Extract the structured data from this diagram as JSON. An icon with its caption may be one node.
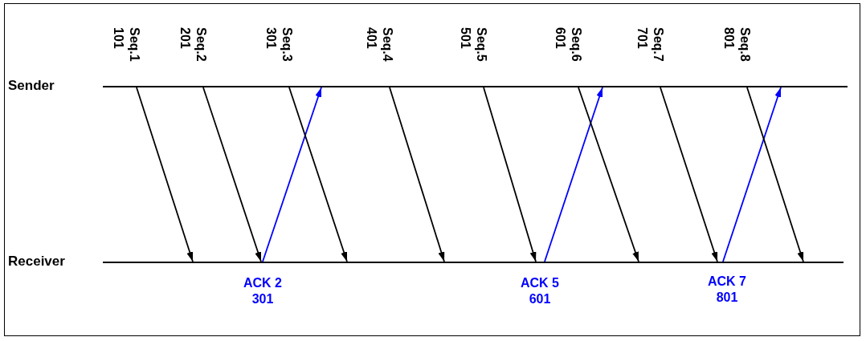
{
  "diagram": {
    "nodes": [
      {
        "text": [
          "Sender"
        ]
      },
      {
        "text": [
          "Receiver"
        ]
      }
    ],
    "edges": [
      {
        "from": 0,
        "to": 1,
        "arrow": "to",
        "label": "Seq.1 101"
      },
      {
        "from": 0,
        "to": 1,
        "arrow": "to",
        "label": "Seq.2 201"
      },
      {
        "from": 1,
        "to": 0,
        "arrow": "to",
        "label": "ACK 2 301",
        "color": "#0000ff"
      },
      {
        "from": 0,
        "to": 1,
        "arrow": "to",
        "label": "Seq.3 301"
      },
      {
        "from": 0,
        "to": 1,
        "arrow": "to",
        "label": "Seq.4 401"
      },
      {
        "from": 0,
        "to": 1,
        "arrow": "to",
        "label": "Seq.5 501"
      },
      {
        "from": 1,
        "to": 0,
        "arrow": "to",
        "label": "ACK 5 601",
        "color": "#0000ff"
      },
      {
        "from": 0,
        "to": 1,
        "arrow": "to",
        "label": "Seq.6 601"
      },
      {
        "from": 0,
        "to": 1,
        "arrow": "to",
        "label": "Seq.7 701"
      },
      {
        "from": 1,
        "to": 0,
        "arrow": "to",
        "label": "ACK 7 801",
        "color": "#0000ff"
      },
      {
        "from": 0,
        "to": 1,
        "arrow": "to",
        "label": "Seq.8 801"
      }
    ]
  }
}
